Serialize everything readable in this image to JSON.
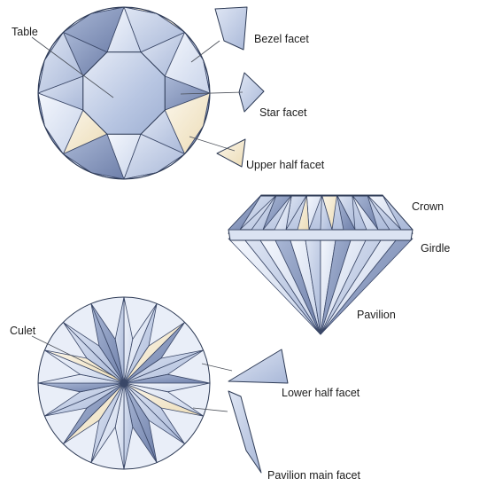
{
  "labels": {
    "table": "Table",
    "bezel_facet": "Bezel facet",
    "star_facet": "Star facet",
    "upper_half_facet": "Upper half facet",
    "crown": "Crown",
    "girdle": "Girdle",
    "pavilion": "Pavilion",
    "culet": "Culet",
    "lower_half_facet": "Lower half facet",
    "pavilion_main_facet": "Pavilion main facet"
  },
  "colors": {
    "outline": "#2d3a55",
    "facet_light": "#eef2fa",
    "facet_mid": "#c4d0e8",
    "facet_dark": "#8d9cc2",
    "facet_warm": "#f3e8cc",
    "leader_line": "#4a4f58"
  }
}
